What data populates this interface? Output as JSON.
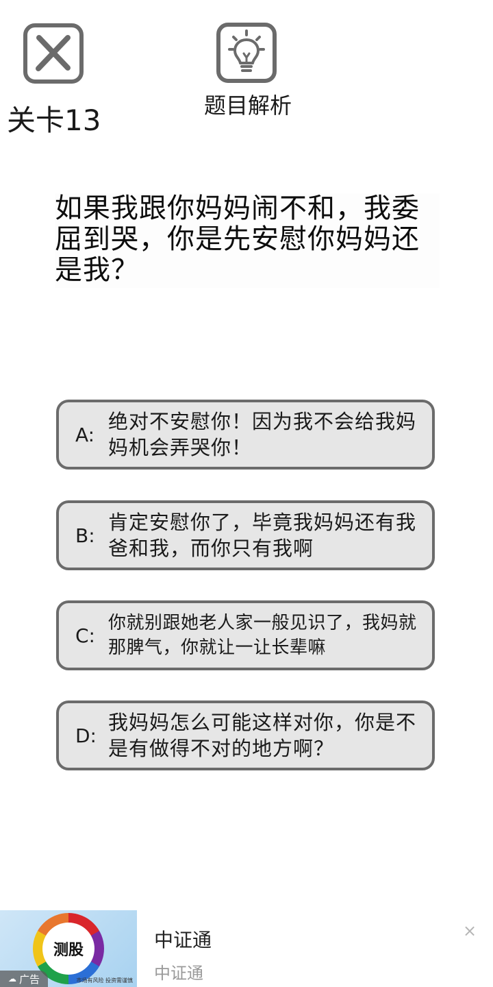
{
  "header": {
    "close_icon": "close-x-icon",
    "level_label": "关卡13",
    "hint_icon": "lightbulb-icon",
    "hint_label": "题目解析"
  },
  "question": {
    "text": "如果我跟你妈妈闹不和，我委屈到哭，你是先安慰你妈妈还是我？"
  },
  "options": [
    {
      "letter": "A:",
      "text": "绝对不安慰你！因为我不会给我妈妈机会弄哭你！"
    },
    {
      "letter": "B:",
      "text": "肯定安慰你了，毕竟我妈妈还有我爸和我，而你只有我啊"
    },
    {
      "letter": "C:",
      "text": "你就别跟她老人家一般见识了，我妈就那脾气，你就让一让长辈嘛"
    },
    {
      "letter": "D:",
      "text": "我妈妈怎么可能这样对你，你是不是有做得不对的地方啊？"
    }
  ],
  "ad": {
    "image_text": "测股",
    "tag": "广告",
    "fine_print": "市场有风险 投资需谨慎",
    "title": "中证通",
    "subtitle": "中证通",
    "close_icon": "close-icon"
  },
  "colors": {
    "option_fill": "#e6e6e6",
    "option_border": "#6b6b6b",
    "icon_stroke": "#6b6b6b"
  }
}
